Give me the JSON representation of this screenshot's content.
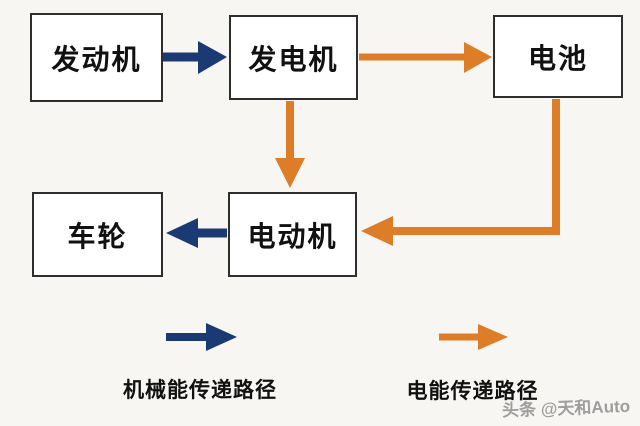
{
  "diagram": {
    "title": "hybrid-power-flow-diagram",
    "nodes": [
      {
        "id": "engine",
        "label": "发动机"
      },
      {
        "id": "generator",
        "label": "发电机"
      },
      {
        "id": "battery",
        "label": "电池"
      },
      {
        "id": "wheel",
        "label": "车轮"
      },
      {
        "id": "motor",
        "label": "电动机"
      }
    ],
    "edges": [
      {
        "from": "engine",
        "to": "generator",
        "type": "mechanical"
      },
      {
        "from": "generator",
        "to": "battery",
        "type": "electrical"
      },
      {
        "from": "generator",
        "to": "motor",
        "type": "electrical"
      },
      {
        "from": "battery",
        "to": "motor",
        "type": "electrical"
      },
      {
        "from": "motor",
        "to": "wheel",
        "type": "mechanical"
      }
    ],
    "legend": [
      {
        "id": "mechanical",
        "label": "机械能传递路径"
      },
      {
        "id": "electrical",
        "label": "电能传递路径"
      }
    ]
  },
  "colors": {
    "mechanical": "#1b3a73",
    "electrical": "#dd7d28",
    "box_border": "#2e2e2e",
    "box_fill": "#ffffff",
    "label_text": "#111111",
    "background": "#f7f6f3",
    "watermark": "#9e9e9e"
  },
  "watermark": "头条 @天和Auto"
}
